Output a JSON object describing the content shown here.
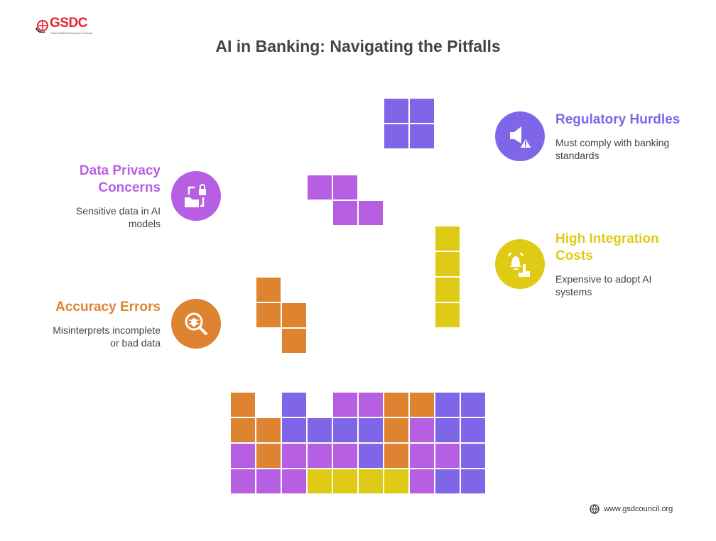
{
  "logo": {
    "text": "GSDC",
    "subtitle": "Global Skill Development Council"
  },
  "title": "AI in Banking: Navigating the Pitfalls",
  "colors": {
    "orange": "#DE8430",
    "blue": "#7F66E8",
    "purple": "#B75FE3",
    "yellow": "#DFCB15"
  },
  "items": [
    {
      "title": "Regulatory Hurdles",
      "title_lines": [
        "Regulatory Hurdles"
      ],
      "desc_lines": [
        "Must comply with banking",
        "standards"
      ],
      "icon": "megaphone-warning-icon",
      "color": "#7F66E8"
    },
    {
      "title": "Data Privacy Concerns",
      "title_lines": [
        "Data Privacy",
        "Concerns"
      ],
      "desc_lines": [
        "Sensitive data in AI",
        "models"
      ],
      "icon": "folder-lock-icon",
      "color": "#B75FE3"
    },
    {
      "title": "High Integration Costs",
      "title_lines": [
        "High Integration",
        "Costs"
      ],
      "desc_lines": [
        "Expensive to adopt AI",
        "systems"
      ],
      "icon": "alarm-hand-icon",
      "color": "#DFCB15"
    },
    {
      "title": "Accuracy Errors",
      "title_lines": [
        "Accuracy Errors"
      ],
      "desc_lines": [
        "Misinterprets incomplete",
        "or bad data"
      ],
      "icon": "bug-search-icon",
      "color": "#DE8430"
    }
  ],
  "grid": [
    [
      "O",
      "",
      "B",
      "",
      "P",
      "P",
      "O",
      "O",
      "B",
      "B"
    ],
    [
      "O",
      "O",
      "B",
      "B",
      "B",
      "B",
      "O",
      "P",
      "B",
      "B"
    ],
    [
      "P",
      "O",
      "P",
      "P",
      "P",
      "B",
      "O",
      "P",
      "P",
      "B"
    ],
    [
      "P",
      "P",
      "P",
      "Y",
      "Y",
      "Y",
      "Y",
      "P",
      "B",
      "B"
    ]
  ],
  "footer": {
    "url": "www.gsdcouncil.org"
  }
}
